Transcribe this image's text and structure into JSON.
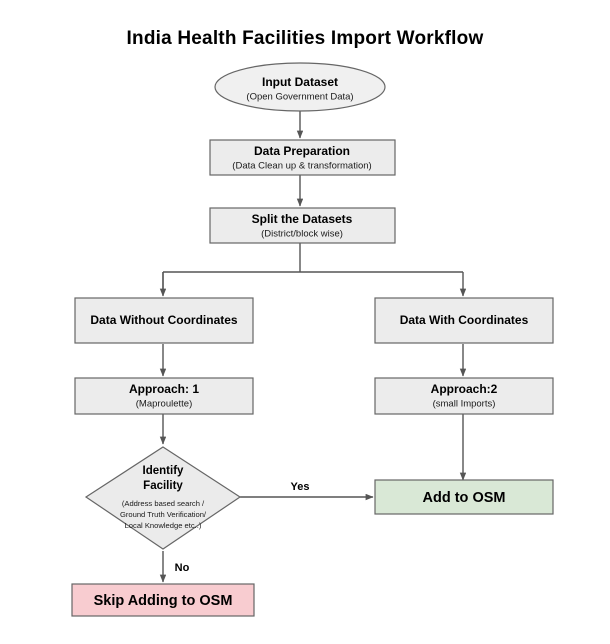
{
  "page": {
    "title": "India Health Facilities Import Workflow",
    "background_color": "#ffffff"
  },
  "palette": {
    "node_fill_grey": "#ececec",
    "node_fill_diamond": "#ebebeb",
    "node_fill_ellipse": "#f0f0f0",
    "node_fill_green": "#d9e8d6",
    "node_fill_pink": "#f8ccd0",
    "node_stroke": "#666666",
    "edge_stroke": "#555555",
    "text_color": "#000000"
  },
  "nodes": {
    "input_dataset": {
      "title": "Input Dataset",
      "subtitle": "(Open Government Data)",
      "shape": "ellipse"
    },
    "data_preparation": {
      "title": "Data Preparation",
      "subtitle": "(Data Clean up & transformation)",
      "shape": "rect"
    },
    "split_datasets": {
      "title": "Split the Datasets",
      "subtitle": "(District/block wise)",
      "shape": "rect"
    },
    "data_without_coordinates": {
      "title": "Data Without Coordinates",
      "subtitle": "",
      "shape": "rect"
    },
    "data_with_coordinates": {
      "title": "Data With Coordinates",
      "subtitle": "",
      "shape": "rect"
    },
    "approach_one": {
      "title": "Approach: 1",
      "subtitle": "(Maproulette)",
      "shape": "rect"
    },
    "approach_two": {
      "title": "Approach:2",
      "subtitle": "(small Imports)",
      "shape": "rect"
    },
    "identify_facility": {
      "title_line1": "Identify",
      "title_line2": "Facility",
      "sub_line1": "(Address based search /",
      "sub_line2": "Ground Truth Verification/",
      "sub_line3": "Local Knowledge etc..)",
      "shape": "diamond"
    },
    "add_to_osm": {
      "title": "Add to OSM",
      "subtitle": "",
      "shape": "rect"
    },
    "skip_adding_to_osm": {
      "title": "Skip Adding to OSM",
      "subtitle": "",
      "shape": "rect"
    }
  },
  "edge_labels": {
    "yes": "Yes",
    "no": "No"
  },
  "chart_data": {
    "type": "diagram",
    "title": "India Health Facilities Import Workflow",
    "diagram_kind": "flowchart",
    "orientation": "top-down",
    "nodes": [
      {
        "id": "input_dataset",
        "label": "Input Dataset (Open Government Data)",
        "shape": "ellipse",
        "fill": "#f0f0f0"
      },
      {
        "id": "data_preparation",
        "label": "Data Preparation (Data Clean up & transformation)",
        "shape": "rect",
        "fill": "#ececec"
      },
      {
        "id": "split_datasets",
        "label": "Split the Datasets (District/block wise)",
        "shape": "rect",
        "fill": "#ececec"
      },
      {
        "id": "data_without_coordinates",
        "label": "Data Without Coordinates",
        "shape": "rect",
        "fill": "#ececec"
      },
      {
        "id": "data_with_coordinates",
        "label": "Data With Coordinates",
        "shape": "rect",
        "fill": "#ececec"
      },
      {
        "id": "approach_one",
        "label": "Approach: 1 (Maproulette)",
        "shape": "rect",
        "fill": "#ececec"
      },
      {
        "id": "approach_two",
        "label": "Approach:2 (small Imports)",
        "shape": "rect",
        "fill": "#ececec"
      },
      {
        "id": "identify_facility",
        "label": "Identify Facility (Address based search / Ground Truth Verification/ Local Knowledge etc..)",
        "shape": "diamond",
        "fill": "#ebebeb"
      },
      {
        "id": "add_to_osm",
        "label": "Add to OSM",
        "shape": "rect",
        "fill": "#d9e8d6"
      },
      {
        "id": "skip_adding_to_osm",
        "label": "Skip Adding to OSM",
        "shape": "rect",
        "fill": "#f8ccd0"
      }
    ],
    "edges": [
      {
        "from": "input_dataset",
        "to": "data_preparation",
        "label": ""
      },
      {
        "from": "data_preparation",
        "to": "split_datasets",
        "label": ""
      },
      {
        "from": "split_datasets",
        "to": "data_without_coordinates",
        "label": ""
      },
      {
        "from": "split_datasets",
        "to": "data_with_coordinates",
        "label": ""
      },
      {
        "from": "data_without_coordinates",
        "to": "approach_one",
        "label": ""
      },
      {
        "from": "data_with_coordinates",
        "to": "approach_two",
        "label": ""
      },
      {
        "from": "approach_one",
        "to": "identify_facility",
        "label": ""
      },
      {
        "from": "approach_two",
        "to": "add_to_osm",
        "label": ""
      },
      {
        "from": "identify_facility",
        "to": "add_to_osm",
        "label": "Yes"
      },
      {
        "from": "identify_facility",
        "to": "skip_adding_to_osm",
        "label": "No"
      }
    ]
  }
}
